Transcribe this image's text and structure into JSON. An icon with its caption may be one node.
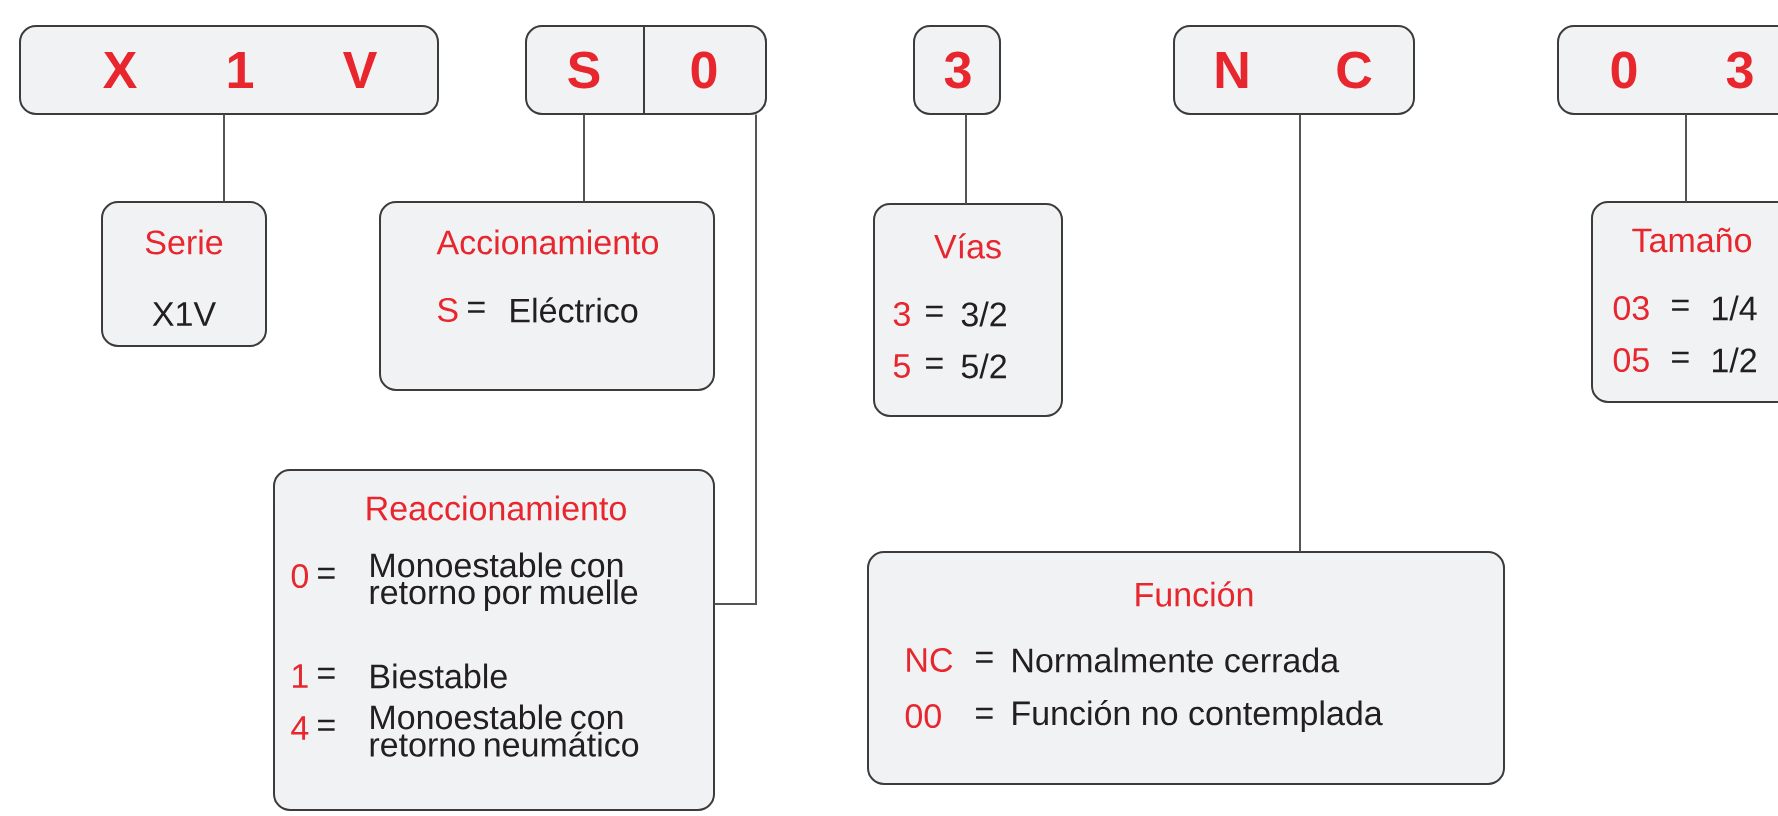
{
  "diagram": {
    "nodes": [
      {
        "text": [
          "X",
          "1",
          "V"
        ]
      },
      {
        "text": [
          "S"
        ]
      },
      {
        "text": [
          "0"
        ]
      },
      {
        "text": [
          "3"
        ]
      },
      {
        "text": [
          "N",
          "C"
        ]
      },
      {
        "text": [
          "0",
          "3"
        ]
      },
      {
        "text": [
          "Serie",
          "X1V"
        ]
      },
      {
        "text": [
          "Accionamiento",
          "S",
          "=",
          "Eléctrico"
        ]
      },
      {
        "text": [
          "Vías",
          "3",
          "=",
          "3/2",
          "5",
          "=",
          "5/2"
        ]
      },
      {
        "text": [
          "Tamaño",
          "03",
          "=",
          "1/4",
          "05",
          "=",
          "1/2"
        ]
      },
      {
        "text": [
          "Reaccionamiento",
          "0",
          "=",
          "Monoestable con retorno por muelle",
          "1",
          "=",
          "Biestable",
          "4",
          "=",
          "Monoestable con retorno neumático"
        ]
      },
      {
        "text": [
          "Función",
          "NC",
          "=",
          "Normalmente cerrada",
          "00",
          "=",
          "Función no contemplada"
        ]
      }
    ],
    "edges": [
      {
        "from": 0,
        "to": 6,
        "arrow": "none"
      },
      {
        "from": 1,
        "to": 7,
        "arrow": "none"
      },
      {
        "from": 2,
        "to": 10,
        "arrow": "none"
      },
      {
        "from": 3,
        "to": 8,
        "arrow": "none"
      },
      {
        "from": 4,
        "to": 11,
        "arrow": "none"
      },
      {
        "from": 5,
        "to": 9,
        "arrow": "none"
      }
    ]
  }
}
